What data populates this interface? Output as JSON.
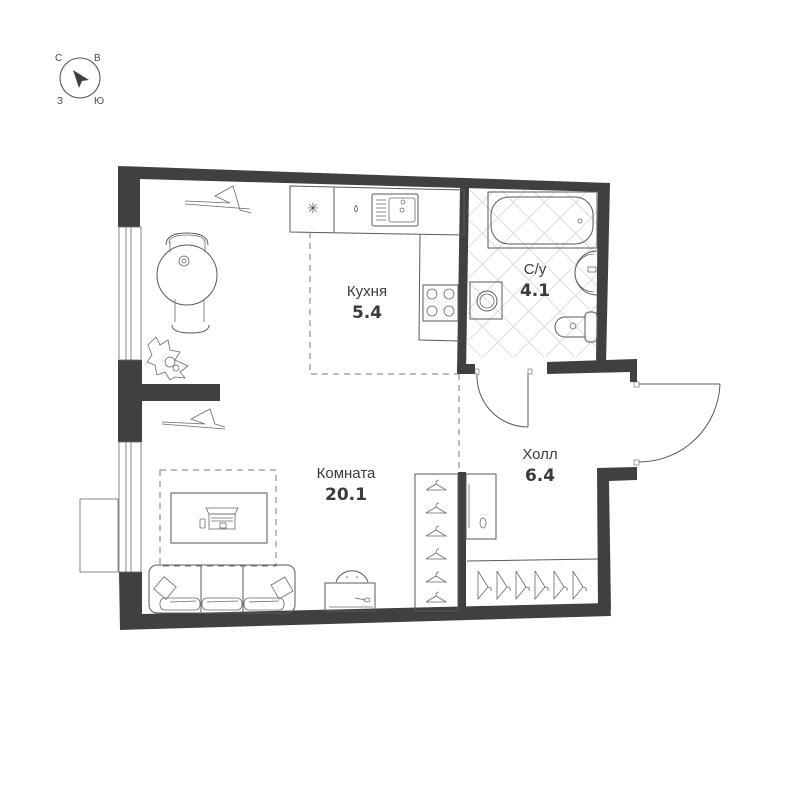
{
  "compass": {
    "north": "С",
    "east": "В",
    "west": "З",
    "south": "Ю"
  },
  "rooms": [
    {
      "id": "kitchen",
      "label": "Кухня",
      "area": "5.4"
    },
    {
      "id": "bathroom",
      "label": "С/у",
      "area": "4.1"
    },
    {
      "id": "living-room",
      "label": "Комната",
      "area": "20.1"
    },
    {
      "id": "hall",
      "label": "Холл",
      "area": "6.4"
    }
  ],
  "colors": {
    "wall": "#404040",
    "line": "#5a5a5a",
    "text": "#3a3a3a",
    "tile": "#d6d6d6"
  }
}
